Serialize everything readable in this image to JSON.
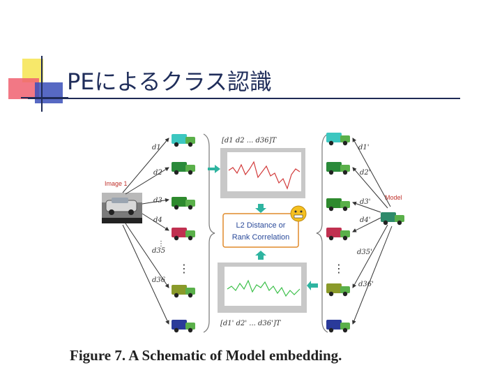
{
  "slide": {
    "title": "PEによるクラス認識",
    "caption": "Figure 7. A Schematic of Model embedding."
  },
  "diagram": {
    "image_label": "Image 1",
    "model_label": "Model",
    "distance_box": "L2 Distance or Rank Correlation",
    "distance_box_lines": [
      "L2 Distance or",
      "Rank Correlation"
    ],
    "left_labels": [
      "d1",
      "d2",
      "d3",
      "d4",
      "d35",
      "d36"
    ],
    "right_labels": [
      "d1'",
      "d2'",
      "d3'",
      "d4'",
      "d35'",
      "d36'"
    ],
    "top_vector_label": "[d1  d2  ...  d36]T",
    "bottom_vector_label": "[d1'  d2'  ...  d36']T",
    "colors": {
      "title": "#1f2d5a",
      "top_signal": "#d23a3a",
      "bottom_signal": "#3cc04a",
      "box_border": "#e08a2a",
      "box_text": "#2a4a9a",
      "arrow_teal": "#2eb4a0"
    }
  }
}
